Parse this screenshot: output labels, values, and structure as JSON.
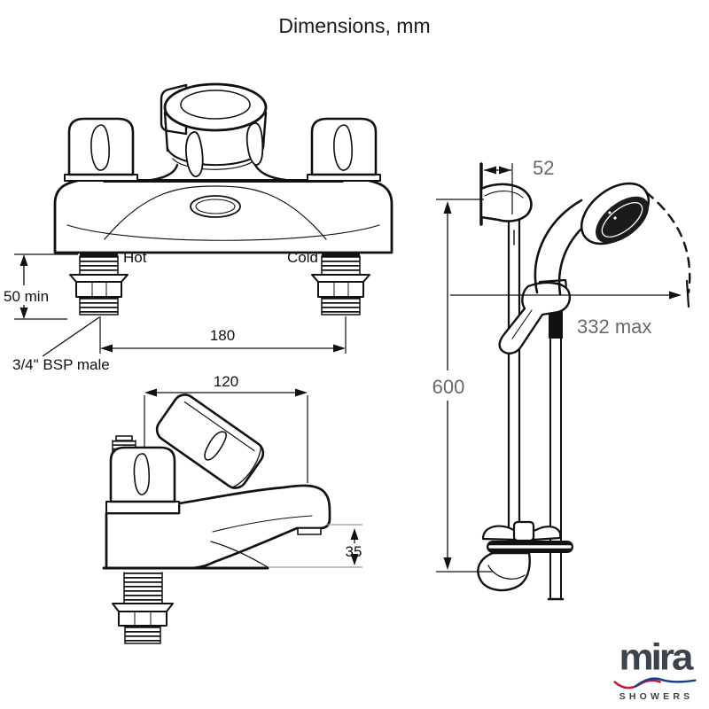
{
  "title": "Dimensions, mm",
  "front_view": {
    "hot_label": "Hot",
    "cold_label": "Cold",
    "deck_min": "50 min",
    "inlet_centres": "180",
    "thread_note": "3/4\" BSP male"
  },
  "side_view": {
    "depth": "120",
    "spout_height": "35"
  },
  "rail_view": {
    "bracket_offset": "52",
    "handset_reach": "332 max",
    "rail_length": "600"
  },
  "logo": {
    "brand": "mira",
    "tagline": "SHOWERS"
  },
  "colors": {
    "line": "#111111",
    "dimension_gray": "#66696d",
    "logo_charcoal": "#3a434e",
    "logo_red": "#c41230",
    "logo_blue": "#1a3e8f",
    "background": "#ffffff"
  }
}
